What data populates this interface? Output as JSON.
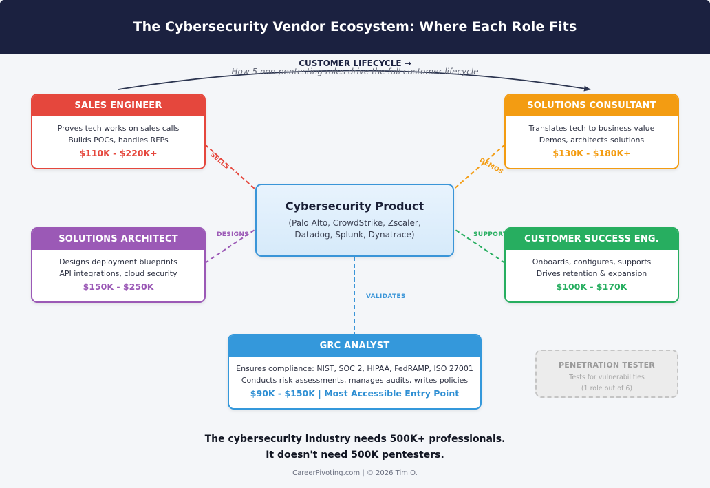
{
  "title": "The Cybersecurity Vendor Ecosystem: Where Each Role Fits",
  "lifecycle": {
    "title": "CUSTOMER LIFECYCLE →",
    "subtitle": "How 5 non-pentesting roles drive the full customer lifecycle"
  },
  "product": {
    "title": "Cybersecurity Product",
    "line1": "(Palo Alto, CrowdStrike, Zscaler,",
    "line2": "Datadog, Splunk, Dynatrace)"
  },
  "roles": {
    "sales_engineer": {
      "title": "SALES ENGINEER",
      "line1": "Proves tech works on sales calls",
      "line2": "Builds POCs, handles RFPs",
      "salary": "$110K - $220K+",
      "color": "#e5473d"
    },
    "solutions_consultant": {
      "title": "SOLUTIONS CONSULTANT",
      "line1": "Translates tech to business value",
      "line2": "Demos, architects solutions",
      "salary": "$130K - $180K+",
      "color": "#f39c12"
    },
    "solutions_architect": {
      "title": "SOLUTIONS ARCHITECT",
      "line1": "Designs deployment blueprints",
      "line2": "API integrations, cloud security",
      "salary": "$150K - $250K",
      "color": "#9b59b6"
    },
    "customer_success": {
      "title": "CUSTOMER SUCCESS ENG.",
      "line1": "Onboards, configures, supports",
      "line2": "Drives retention & expansion",
      "salary": "$100K - $170K",
      "color": "#27ae60"
    },
    "grc_analyst": {
      "title": "GRC ANALYST",
      "line1": "Ensures compliance: NIST, SOC 2, HIPAA, FedRAMP, ISO 27001",
      "line2": "Conducts risk assessments, manages audits, writes policies",
      "salary": "$90K - $150K | Most Accessible Entry Point",
      "color": "#3498db"
    }
  },
  "connectors": {
    "sells": "SELLS",
    "demos": "DEMOS",
    "designs": "DESIGNS",
    "support": "SUPPORT",
    "validates": "VALIDATES"
  },
  "pentester": {
    "title": "PENETRATION TESTER",
    "line1": "Tests for vulnerabilities",
    "line2": "(1 role out of 6)"
  },
  "footer": {
    "line1": "The cybersecurity industry needs 500K+ professionals.",
    "line2": "It doesn't need 500K pentesters.",
    "credit": "CareerPivoting.com | © 2026 Tim O."
  }
}
